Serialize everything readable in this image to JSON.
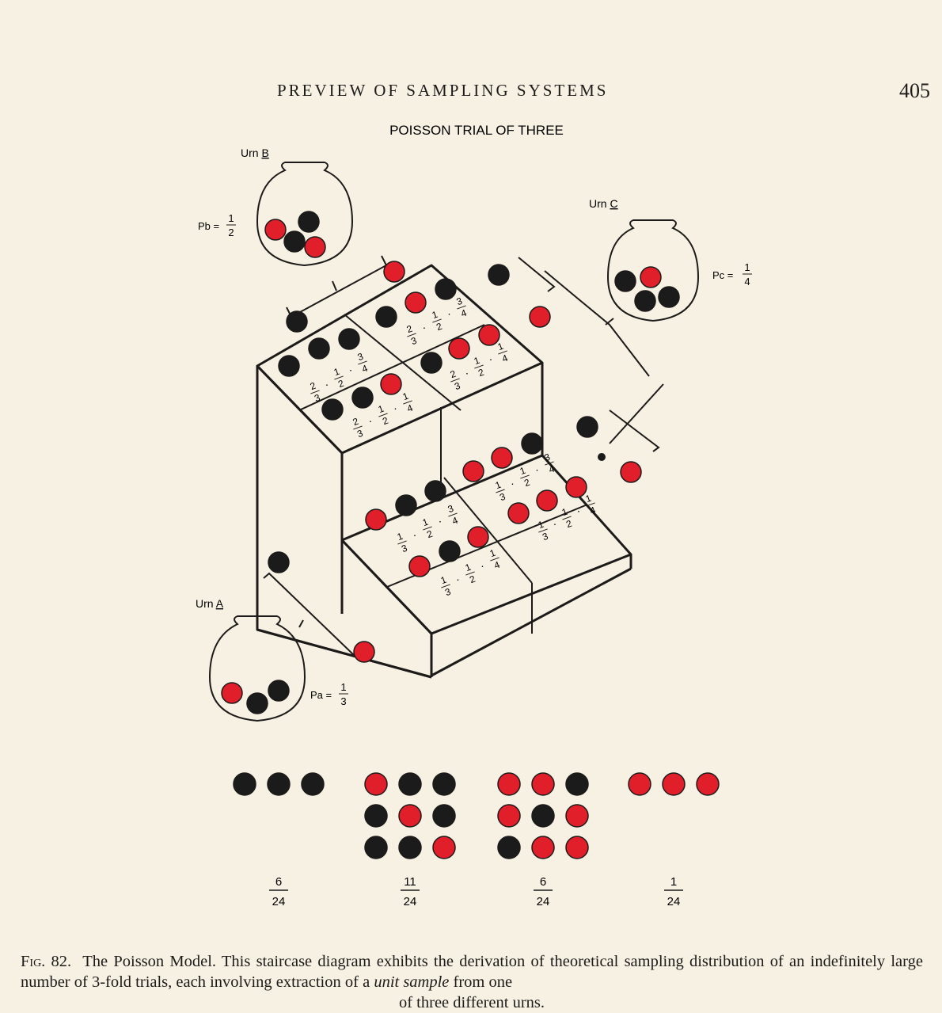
{
  "header": {
    "running_head": "PREVIEW OF SAMPLING SYSTEMS",
    "page_number": "405"
  },
  "figure": {
    "title": "POISSON TRIAL OF THREE",
    "urns": {
      "A": {
        "label": "Urn",
        "letter": "A",
        "p_label": "Pa =",
        "p_num": "1",
        "p_den": "3",
        "red": 1,
        "black": 2
      },
      "B": {
        "label": "Urn",
        "letter": "B",
        "p_label": "Pb =",
        "p_num": "1",
        "p_den": "2",
        "red": 2,
        "black": 2
      },
      "C": {
        "label": "Urn",
        "letter": "C",
        "p_label": "Pc =",
        "p_num": "1",
        "p_den": "4",
        "red": 1,
        "black": 3
      }
    },
    "top_cells": [
      {
        "balls": [
          "black",
          "black",
          "black"
        ],
        "fractions": [
          "2/3",
          "1/2",
          "3/4"
        ]
      },
      {
        "balls": [
          "black",
          "red",
          "black"
        ],
        "fractions": [
          "2/3",
          "1/2",
          "3/4"
        ]
      },
      {
        "balls": [
          "black",
          "black",
          "red"
        ],
        "fractions": [
          "2/3",
          "1/2",
          "1/4"
        ]
      },
      {
        "balls": [
          "black",
          "red",
          "red"
        ],
        "fractions": [
          "2/3",
          "1/2",
          "1/4"
        ]
      }
    ],
    "bottom_cells": [
      {
        "balls": [
          "red",
          "black",
          "black"
        ],
        "fractions": [
          "1/3",
          "1/2",
          "3/4"
        ]
      },
      {
        "balls": [
          "red",
          "red",
          "black"
        ],
        "fractions": [
          "1/3",
          "1/2",
          "3/4"
        ]
      },
      {
        "balls": [
          "red",
          "black",
          "red"
        ],
        "fractions": [
          "1/3",
          "1/2",
          "1/4"
        ]
      },
      {
        "balls": [
          "red",
          "red",
          "red"
        ],
        "fractions": [
          "1/3",
          "1/2",
          "1/4"
        ]
      }
    ],
    "outcome_groups": [
      {
        "rows": [
          [
            "black",
            "black",
            "black"
          ]
        ],
        "prob_num": "6",
        "prob_den": "24"
      },
      {
        "rows": [
          [
            "red",
            "black",
            "black"
          ],
          [
            "black",
            "red",
            "black"
          ],
          [
            "black",
            "black",
            "red"
          ]
        ],
        "prob_num": "11",
        "prob_den": "24"
      },
      {
        "rows": [
          [
            "red",
            "red",
            "black"
          ],
          [
            "red",
            "black",
            "red"
          ],
          [
            "black",
            "red",
            "red"
          ]
        ],
        "prob_num": "6",
        "prob_den": "24"
      },
      {
        "rows": [
          [
            "red",
            "red",
            "red"
          ]
        ],
        "prob_num": "1",
        "prob_den": "24"
      }
    ]
  },
  "caption": {
    "fig_label": "Fig. 82.",
    "text_1": "The Poisson Model. This staircase diagram exhibits the derivation of theoretical sampling distribution of an indefinitely large number of 3-fold trials, each involving extraction of a",
    "emph": "unit sample",
    "text_2": "from one",
    "text_3": "of three different urns."
  },
  "colors": {
    "red": "#e11f2b",
    "black": "#1b1b1b",
    "paper": "#f7f1e4",
    "ink": "#1c1b19"
  }
}
